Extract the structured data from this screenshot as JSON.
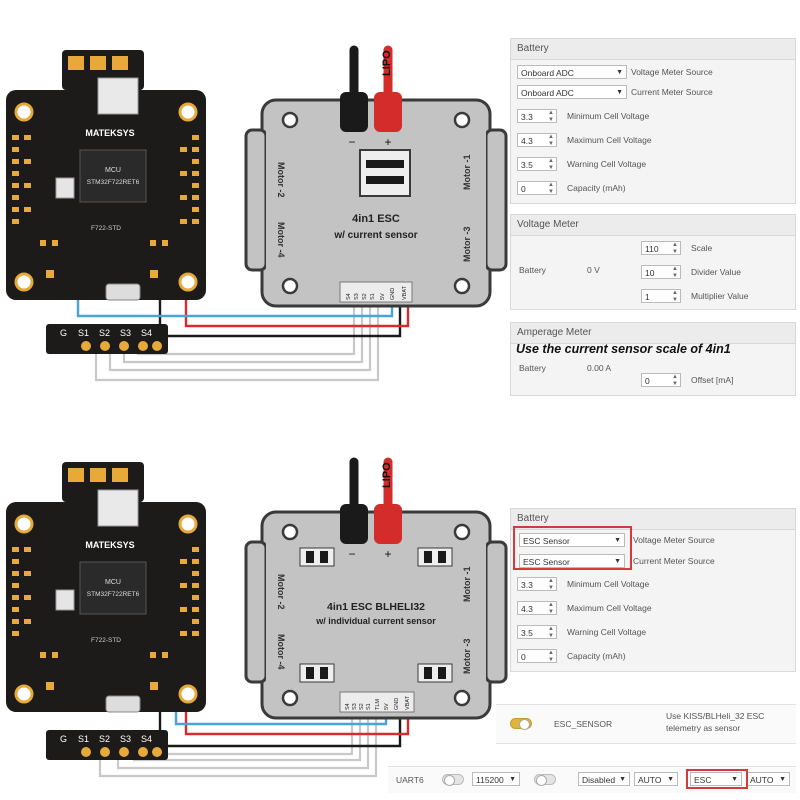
{
  "colors": {
    "pcb": "#1c1b1a",
    "pad": "#e6a93a",
    "esc_body": "#c3c3c3",
    "wire_red": "#d42b2b",
    "wire_black": "#1a1a1a",
    "wire_blue": "#4aa3d8",
    "wire_gray": "#c8c8c8",
    "highlight": "#d33b3b",
    "toggle_on": "#e0b33c"
  },
  "top": {
    "fc": {
      "brand": "MATEKSYS",
      "mcu": "MCU",
      "chip": "STM32F722RET6",
      "model": "F722-STD"
    },
    "esc": {
      "lipo": "LIPO",
      "minus": "−",
      "plus": "+",
      "title1": "4in1 ESC",
      "title2": "w/ current sensor",
      "m1": "Motor -1",
      "m2": "Motor -2",
      "m3": "Motor -3",
      "m4": "Motor -4",
      "pins": [
        "S4",
        "S3",
        "S2",
        "S1",
        "5V",
        "GND",
        "VBAT"
      ]
    },
    "header": [
      "G",
      "S1",
      "S2",
      "S3",
      "S4"
    ],
    "battery": {
      "title": "Battery",
      "voltage_source": "Onboard ADC",
      "voltage_source_label": "Voltage Meter Source",
      "current_source": "Onboard ADC",
      "current_source_label": "Current Meter Source",
      "fields": [
        {
          "value": "3.3",
          "label": "Minimum Cell Voltage"
        },
        {
          "value": "4.3",
          "label": "Maximum Cell Voltage"
        },
        {
          "value": "3.5",
          "label": "Warning Cell Voltage"
        },
        {
          "value": "0",
          "label": "Capacity (mAh)"
        }
      ]
    },
    "voltage_meter": {
      "title": "Voltage Meter",
      "name": "Battery",
      "reading": "0 V",
      "fields": [
        {
          "value": "110",
          "label": "Scale"
        },
        {
          "value": "10",
          "label": "Divider Value"
        },
        {
          "value": "1",
          "label": "Multiplier Value"
        }
      ]
    },
    "amperage_meter": {
      "title": "Amperage Meter",
      "annotation": "Use the current sensor scale of 4in1",
      "name": "Battery",
      "reading": "0.00 A",
      "fields": [
        {
          "value": "0",
          "label": "Offset [mA]"
        }
      ]
    }
  },
  "bottom": {
    "fc": {
      "brand": "MATEKSYS",
      "mcu": "MCU",
      "chip": "STM32F722RET6",
      "model": "F722-STD"
    },
    "esc": {
      "lipo": "LIPO",
      "minus": "−",
      "plus": "+",
      "title1": "4in1 ESC  BLHELI32",
      "title2": "w/ individual current sensor",
      "m1": "Motor -1",
      "m2": "Motor -2",
      "m3": "Motor -3",
      "m4": "Motor -4",
      "pins": [
        "S4",
        "S3",
        "S2",
        "S1",
        "TLM",
        "5V",
        "GND",
        "VBAT"
      ]
    },
    "header": [
      "G",
      "S1",
      "S2",
      "S3",
      "S4"
    ],
    "battery": {
      "title": "Battery",
      "voltage_source": "ESC Sensor",
      "voltage_source_label": "Voltage Meter Source",
      "current_source": "ESC Sensor",
      "current_source_label": "Current Meter Source",
      "fields": [
        {
          "value": "3.3",
          "label": "Minimum Cell Voltage"
        },
        {
          "value": "4.3",
          "label": "Maximum Cell Voltage"
        },
        {
          "value": "3.5",
          "label": "Warning Cell Voltage"
        },
        {
          "value": "0",
          "label": "Capacity (mAh)"
        }
      ]
    },
    "esc_sensor": {
      "label": "ESC_SENSOR",
      "description": "Use KISS/BLHeli_32 ESC telemetry as sensor",
      "enabled": true
    },
    "uart": {
      "name": "UART6",
      "baud": "115200",
      "mode": "Disabled",
      "auto1": "AUTO",
      "protocol": "ESC",
      "auto2": "AUTO"
    }
  }
}
